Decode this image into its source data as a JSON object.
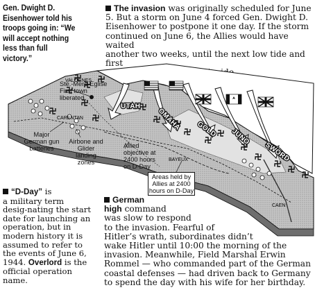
{
  "quote": {
    "lines": [
      "Gen. Dwight D.",
      "Eisenhower told his",
      "troops going in: “We",
      "will accept nothing",
      "less than full",
      "victory.”"
    ]
  },
  "invasion": {
    "lead": "The invasion",
    "lines": [
      "was originally scheduled for June",
      "5. But a storm on June 4 forced Gen. Dwight D.",
      "Eisenhower to postpone it one day. If the storm",
      "continued on June 6, the Allies would have waited",
      "another two weeks, until the next low tide and first",
      "light would coincide."
    ]
  },
  "map": {
    "place_labels": {
      "valognes": "VALOGNES",
      "carentan": "CARENTAN",
      "bayeux": "BAYEUX",
      "caen": "CAEN"
    },
    "beaches": {
      "utah": "UTAH",
      "omaha": "OMAHA",
      "gold": "GOLD",
      "juno": "JUNO",
      "sword": "SWORD"
    },
    "callouts": {
      "ste_mere": [
        "Ste.-Mere-Eglise",
        "First town",
        "liberated"
      ],
      "gun_batteries": [
        "Major",
        "German gun",
        "batteries"
      ],
      "landing_zones": [
        "Airbone and",
        "Glider",
        "landing zones"
      ],
      "objective": [
        "Allied",
        "objective at",
        "2400 hours",
        "on D-Day"
      ],
      "areas_held": [
        "Areas held by",
        "Allies at 2400",
        "hours on D-Day"
      ]
    },
    "colors": {
      "land": "#bdbdbd",
      "land_dark": "#6e6e6e",
      "sea": "#ffffff",
      "ink": "#111111",
      "held": "#d7d7d7"
    }
  },
  "dday": {
    "lead": "“D-Day”",
    "lines": [
      "is",
      "a military term",
      "desig-nating the start",
      "date for launching an",
      "operation, but in",
      "modern history it is",
      "assumed to refer to",
      "the events of June 6,",
      "1944."
    ],
    "bold_term": "Overlord",
    "tail_lines": [
      "is the",
      "official operation",
      "name."
    ]
  },
  "german": {
    "lead_1": "German",
    "lead_2": "high",
    "lead_rest": "command",
    "lines": [
      "was slow to respond",
      "to the invasion. Fearful of",
      "Hitler’s wrath, subordinates didn’t",
      "wake Hitler until 10:00 the morning of the",
      "invasion. Meanwhile, Field Marshal Erwin",
      "Rommel — who commanded part of the German",
      "coastal defenses — had driven back to Germany",
      "to spend the day with his wife for her birthday."
    ]
  }
}
